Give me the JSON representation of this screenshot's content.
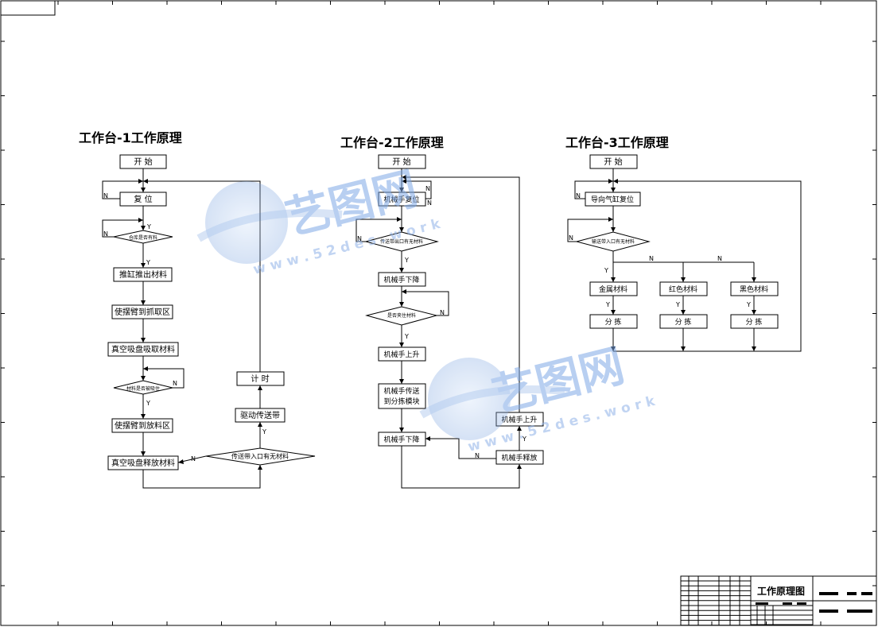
{
  "sheet": {
    "drawing_title": "工作原理图"
  },
  "wm": {
    "brand": "艺图网",
    "url": "w w w . 5 2 d e s . w o r k"
  },
  "ws1": {
    "title": "工作台-1工作原理",
    "start": "开  始",
    "reset": "复  位",
    "check_bin": "仓库是否有料",
    "push": "推缸推出材料",
    "arm_to_pick": "使摆臂到抓取区",
    "suction": "真空吸盘吸取材料",
    "check_held": "材料是否被吸住",
    "arm_to_place": "使摆臂到放料区",
    "release": "真空吸盘释放材料",
    "check_entry": "传送带入口有无材料",
    "belt": "驱动传送带",
    "timer": "计  时",
    "y": "Y",
    "n": "N"
  },
  "ws2": {
    "title": "工作台-2工作原理",
    "start": "开  始",
    "reset": "机械手复位",
    "check_exit": "传送带出口有无材料",
    "down1": "机械手下降",
    "check_grip": "是否夹住材料",
    "up1": "机械手上升",
    "transfer_l1": "机械手传送",
    "transfer_l2": "到分拣模块",
    "down2": "机械手下降",
    "release": "机械手释放",
    "up2": "机械手上升",
    "y": "Y",
    "n": "N"
  },
  "ws3": {
    "title": "工作台-3工作原理",
    "start": "开  始",
    "reset": "导向气缸复位",
    "check_entry": "输送带入口有无材料",
    "metal": "金属材料",
    "red": "红色材料",
    "black": "黑色材料",
    "sort": "分  拣",
    "y": "Y",
    "n": "N"
  }
}
